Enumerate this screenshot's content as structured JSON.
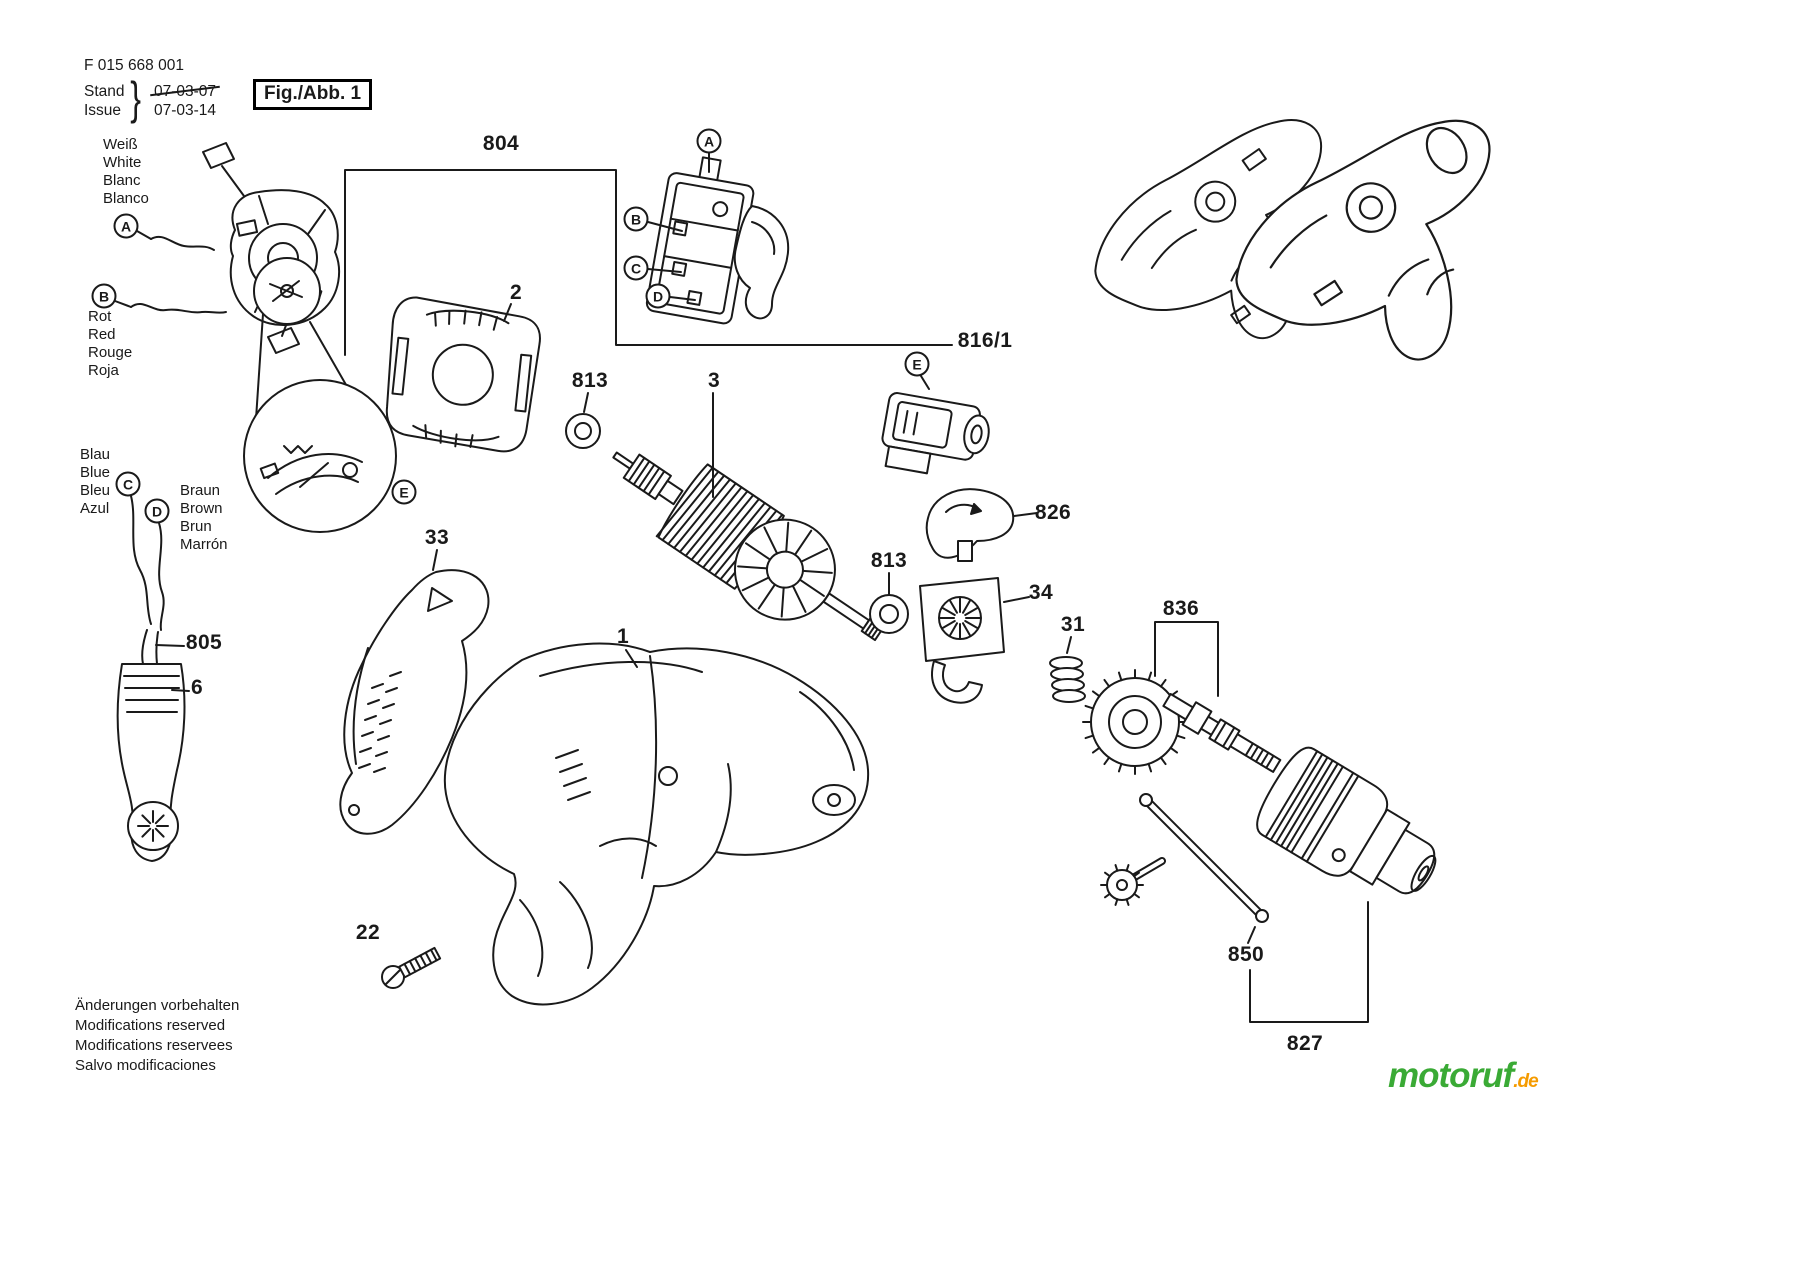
{
  "colors": {
    "line": "#1a1a1a",
    "brand_green": "#3aaa35",
    "brand_orange": "#f59b00"
  },
  "doc": {
    "part_number": "F 015 668 001",
    "stand_label": "Stand",
    "stand_value": "07-03-07",
    "issue_label": "Issue",
    "issue_value": "07-03-14",
    "brace": "}",
    "figure_label": "Fig./Abb. 1"
  },
  "wire_labels": {
    "white": [
      "Weiß",
      "White",
      "Blanc",
      "Blanco"
    ],
    "red": [
      "Rot",
      "Red",
      "Rouge",
      "Roja"
    ],
    "blue": [
      "Blau",
      "Blue",
      "Bleu",
      "Azul"
    ],
    "brown": [
      "Braun",
      "Brown",
      "Brun",
      "Marrón"
    ]
  },
  "callouts": [
    {
      "letter": "A"
    },
    {
      "letter": "B"
    },
    {
      "letter": "C"
    },
    {
      "letter": "D"
    },
    {
      "letter": "A"
    },
    {
      "letter": "B"
    },
    {
      "letter": "C"
    },
    {
      "letter": "D"
    },
    {
      "letter": "E"
    },
    {
      "letter": "E"
    }
  ],
  "parts": [
    {
      "id": "804"
    },
    {
      "id": "2"
    },
    {
      "id": "813"
    },
    {
      "id": "3"
    },
    {
      "id": "816/1"
    },
    {
      "id": "826"
    },
    {
      "id": "813"
    },
    {
      "id": "34"
    },
    {
      "id": "31"
    },
    {
      "id": "836"
    },
    {
      "id": "33"
    },
    {
      "id": "1"
    },
    {
      "id": "22"
    },
    {
      "id": "805"
    },
    {
      "id": "6"
    },
    {
      "id": "850"
    },
    {
      "id": "827"
    }
  ],
  "footer": {
    "lines": [
      "Änderungen vorbehalten",
      "Modifications reserved",
      "Modifications reservees",
      "Salvo modificaciones"
    ]
  },
  "brand": {
    "name": "motoruf",
    "tld": ".de"
  }
}
